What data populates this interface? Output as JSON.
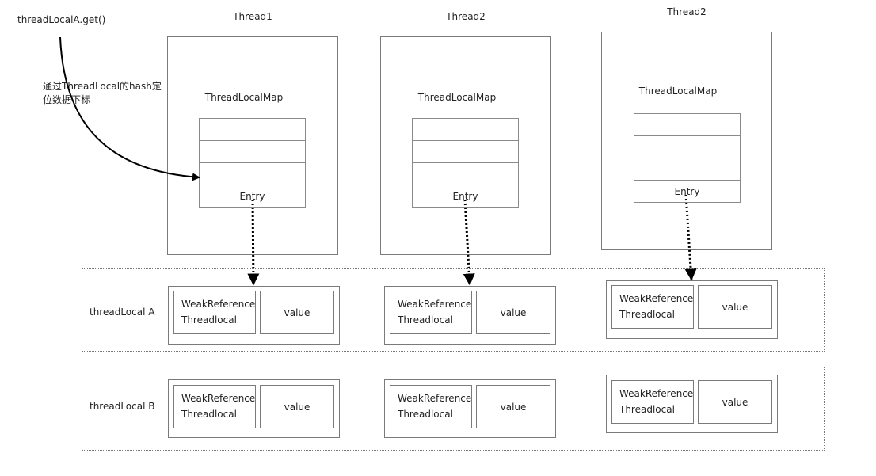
{
  "call_label": "threadLocalA.get()",
  "note_lines": [
    "通过ThreadLocal的hash定",
    "位数据下标"
  ],
  "threads": [
    {
      "title": "Thread1",
      "map_label": "ThreadLocalMap",
      "entry_label": "Entry"
    },
    {
      "title": "Thread2",
      "map_label": "ThreadLocalMap",
      "entry_label": "Entry"
    },
    {
      "title": "Thread2",
      "map_label": "ThreadLocalMap",
      "entry_label": "Entry"
    }
  ],
  "groups": [
    {
      "label": "threadLocal A",
      "entries": [
        {
          "ref_line1": "WeakReference",
          "ref_line2": "Threadlocal",
          "value": "value"
        },
        {
          "ref_line1": "WeakReference",
          "ref_line2": "Threadlocal",
          "value": "value"
        },
        {
          "ref_line1": "WeakReference",
          "ref_line2": "Threadlocal",
          "value": "value"
        }
      ]
    },
    {
      "label": "threadLocal B",
      "entries": [
        {
          "ref_line1": "WeakReference",
          "ref_line2": "Threadlocal",
          "value": "value"
        },
        {
          "ref_line1": "WeakReference",
          "ref_line2": "Threadlocal",
          "value": "value"
        },
        {
          "ref_line1": "WeakReference",
          "ref_line2": "Threadlocal",
          "value": "value"
        }
      ]
    }
  ]
}
